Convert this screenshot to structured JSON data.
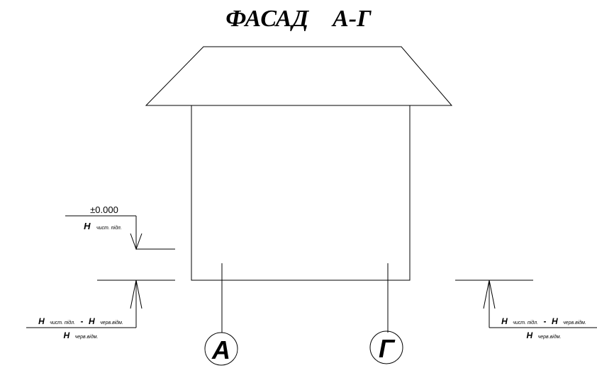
{
  "title": "ФАСАД    А-Г",
  "axes": {
    "left": "А",
    "right": "Г"
  },
  "elevations": {
    "zero_value": "±0.000",
    "floor": {
      "h": "Н",
      "sub": "чист. підл."
    },
    "ground_left": {
      "numerator": [
        {
          "h": "Н",
          "sub": "чист. підл."
        },
        {
          "op": "-"
        },
        {
          "h": "Н",
          "sub": "черв.відм."
        }
      ],
      "denominator": {
        "h": "Н",
        "sub": "черв.відм."
      }
    },
    "ground_right": {
      "numerator": [
        {
          "h": "Н",
          "sub": "чист. підл."
        },
        {
          "op": "-"
        },
        {
          "h": "Н",
          "sub": "черв.відм."
        }
      ],
      "denominator": {
        "h": "Н",
        "sub": "черв.відм."
      }
    }
  }
}
